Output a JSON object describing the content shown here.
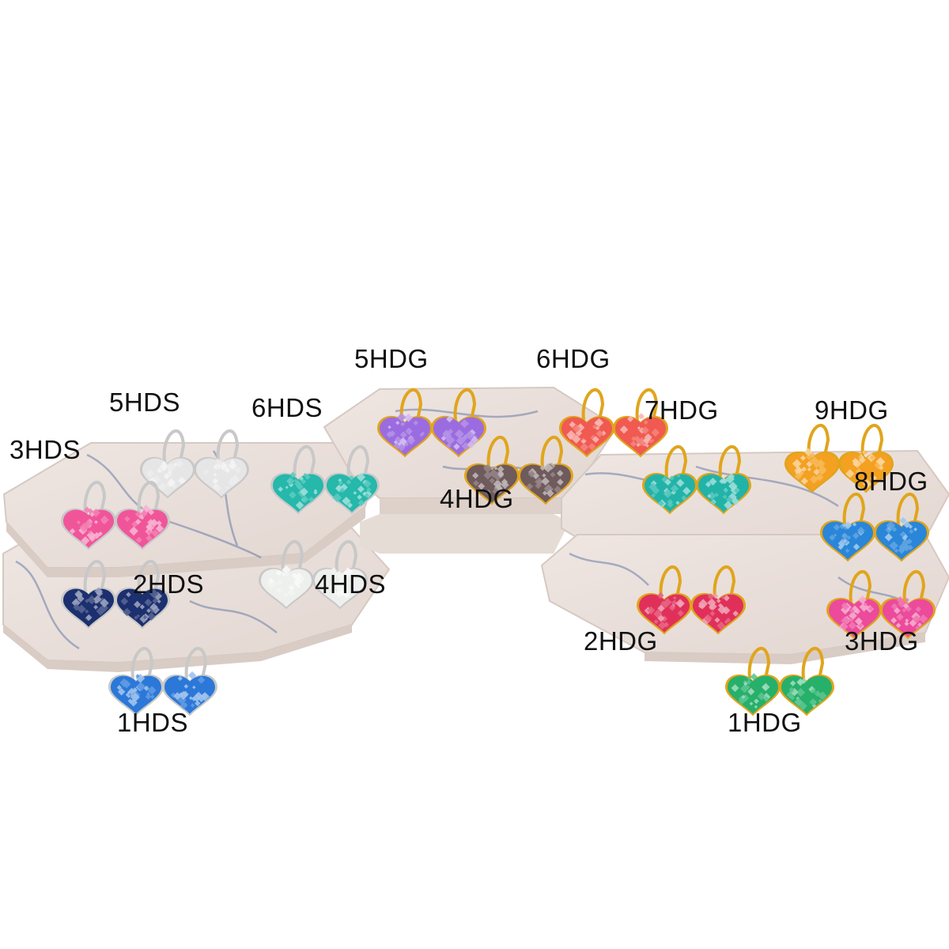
{
  "colors": {
    "background": "#ffffff",
    "marble": "#e8ded9",
    "marble_edge": "#d8cbc4",
    "vein": "#5d6f9a",
    "silver_hook": "#c8c8c8",
    "gold_hook": "#e0a51c"
  },
  "earrings": [
    {
      "code": "5HDS",
      "color": "#e6e6e6",
      "hook": "silver"
    },
    {
      "code": "3HDS",
      "color": "#f0559a",
      "hook": "silver"
    },
    {
      "code": "6HDS",
      "color": "#25b8ab",
      "hook": "silver"
    },
    {
      "code": "2HDS",
      "color": "#1c2f6e",
      "hook": "silver"
    },
    {
      "code": "4HDS",
      "color": "#eef0ee",
      "hook": "silver"
    },
    {
      "code": "1HDS",
      "color": "#2b78d8",
      "hook": "silver"
    },
    {
      "code": "5HDG",
      "color": "#9b6ce0",
      "hook": "gold"
    },
    {
      "code": "4HDG",
      "color": "#6f5a5c",
      "hook": "gold"
    },
    {
      "code": "6HDG",
      "color": "#f05a50",
      "hook": "gold"
    },
    {
      "code": "7HDG",
      "color": "#22b3a8",
      "hook": "gold"
    },
    {
      "code": "9HDG",
      "color": "#f4a020",
      "hook": "gold"
    },
    {
      "code": "8HDG",
      "color": "#2a86d8",
      "hook": "gold"
    },
    {
      "code": "2HDG",
      "color": "#e0305a",
      "hook": "gold"
    },
    {
      "code": "3HDG",
      "color": "#ec4a9a",
      "hook": "gold"
    },
    {
      "code": "1HDG",
      "color": "#26b06a",
      "hook": "gold"
    }
  ]
}
